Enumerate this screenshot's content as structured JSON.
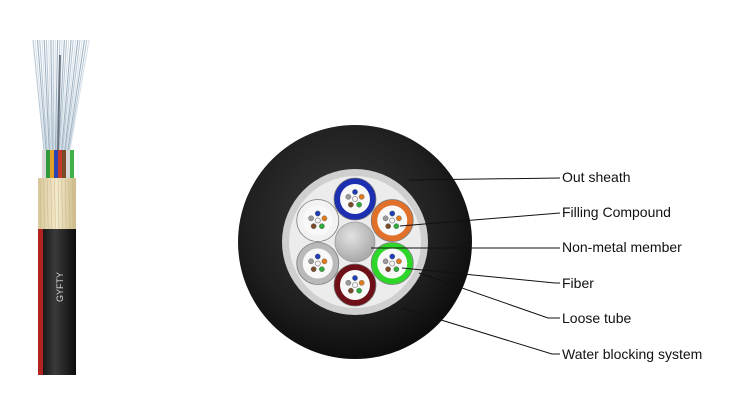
{
  "diagram": {
    "cable_print": "GYFTY",
    "labels": [
      {
        "id": "out-sheath",
        "text": "Out sheath"
      },
      {
        "id": "filling-compound",
        "text": "Filling Compound"
      },
      {
        "id": "non-metal-member",
        "text": "Non-metal member"
      },
      {
        "id": "fiber",
        "text": "Fiber"
      },
      {
        "id": "loose-tube",
        "text": "Loose tube"
      },
      {
        "id": "water-blocking-system",
        "text": "Water blocking system"
      }
    ],
    "loose_tube_colors": [
      "#1b2fb0",
      "#e0702a",
      "#2fd62a",
      "#6e1018",
      "#b9b9b9",
      "#f2f2f2"
    ],
    "fiber_colors": [
      "#1e3fb3",
      "#e07a1e",
      "#2eaa3c",
      "#7b4a2a",
      "#9a9a9a",
      "#f4f4f4"
    ],
    "colors": {
      "sheath": "#1c1c1c",
      "water_blocking_ring": "#cfcfcf",
      "filling_compound": "#ececec",
      "center_member": "#c4c4c4",
      "aramid_yarn": "#e9dcb6",
      "cable_red_stripe": "#b2231f"
    }
  }
}
